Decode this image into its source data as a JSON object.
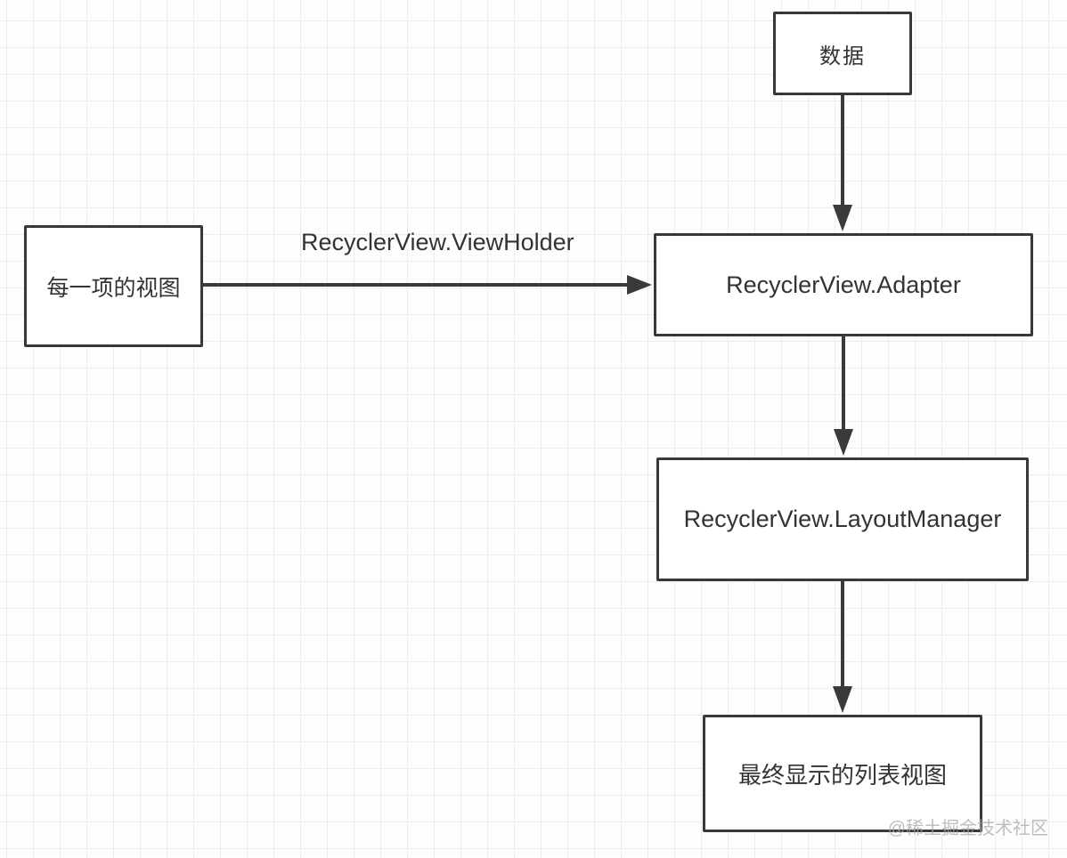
{
  "diagram": {
    "title_context": "RecyclerView data flow diagram",
    "nodes": {
      "data": {
        "label": "数据"
      },
      "item_view": {
        "label": "每一项的视图"
      },
      "adapter": {
        "label": "RecyclerView.Adapter"
      },
      "layout_manager": {
        "label": "RecyclerView.LayoutManager"
      },
      "final_list": {
        "label": "最终显示的列表视图"
      }
    },
    "edge_labels": {
      "viewholder": "RecyclerView.ViewHolder"
    },
    "edges": [
      {
        "from": "data",
        "to": "adapter",
        "direction": "down"
      },
      {
        "from": "item_view",
        "to": "adapter",
        "direction": "right",
        "label": "RecyclerView.ViewHolder"
      },
      {
        "from": "adapter",
        "to": "layout_manager",
        "direction": "down"
      },
      {
        "from": "layout_manager",
        "to": "final_list",
        "direction": "down"
      }
    ],
    "colors": {
      "stroke": "#3a3a3a",
      "node_border": "#383838",
      "node_fill": "#ffffff",
      "text": "#333333",
      "grid_line": "#ececec",
      "background": "#fdfdfd",
      "watermark": "#a8a8a8"
    }
  },
  "watermark": {
    "text": "@稀土掘金技术社区"
  }
}
